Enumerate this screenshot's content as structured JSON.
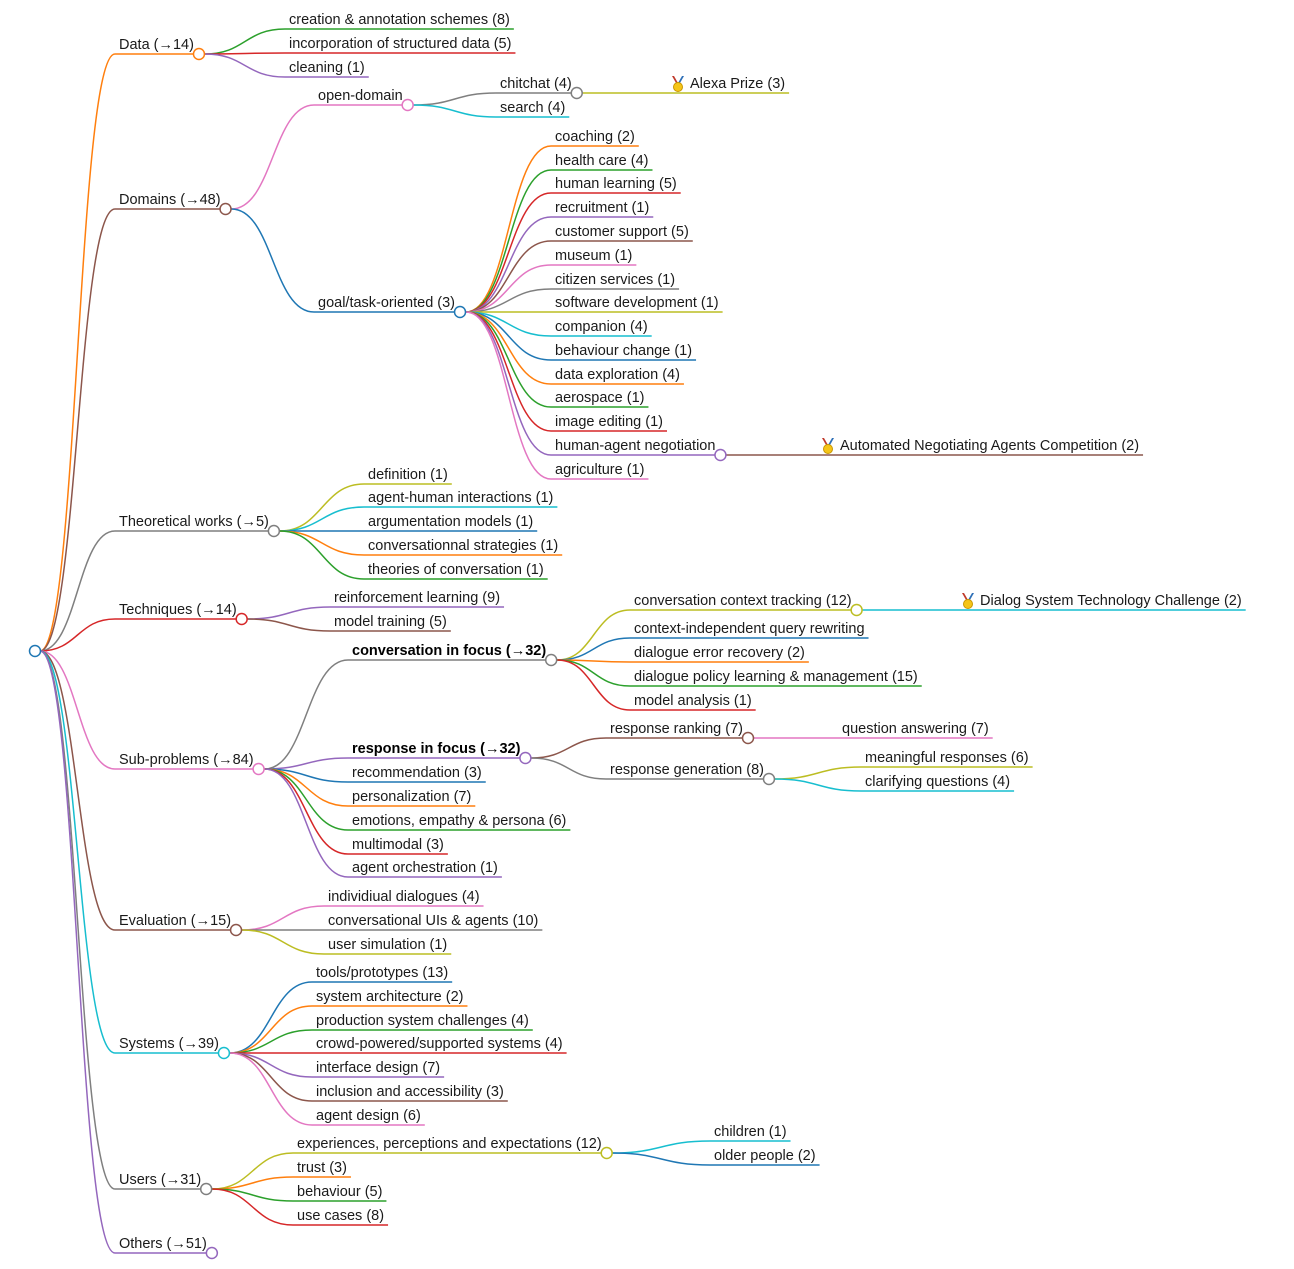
{
  "colors": {
    "orange": "#ff7f0e",
    "brown": "#8c564b",
    "gray": "#7f7f7f",
    "red": "#d62728",
    "pink": "#e377c2",
    "cyan": "#17becf",
    "purple": "#9467bd",
    "blue": "#1f77b4",
    "green": "#2ca02c",
    "olive": "#bcbd22"
  },
  "root": {
    "icon": "root-node"
  },
  "nodes": [
    {
      "id": "data",
      "label": "Data (→14)",
      "parent": "root",
      "color": "orange"
    },
    {
      "id": "data-1",
      "label": "creation & annotation schemes (8)",
      "parent": "data",
      "color": "green"
    },
    {
      "id": "data-2",
      "label": "incorporation of structured data (5)",
      "parent": "data",
      "color": "red"
    },
    {
      "id": "data-3",
      "label": "cleaning (1)",
      "parent": "data",
      "color": "purple"
    },
    {
      "id": "domains",
      "label": "Domains (→48)",
      "parent": "root",
      "color": "brown"
    },
    {
      "id": "open",
      "label": "open-domain",
      "parent": "domains",
      "color": "pink"
    },
    {
      "id": "chitchat",
      "label": "chitchat (4)",
      "parent": "open",
      "color": "gray"
    },
    {
      "id": "alexa",
      "label": "Alexa Prize (3)",
      "parent": "chitchat",
      "color": "olive",
      "icon": "medal-icon"
    },
    {
      "id": "search",
      "label": "search (4)",
      "parent": "open",
      "color": "cyan"
    },
    {
      "id": "goal",
      "label": "goal/task-oriented (3)",
      "parent": "domains",
      "color": "blue"
    },
    {
      "id": "g1",
      "label": "coaching (2)",
      "parent": "goal",
      "color": "orange"
    },
    {
      "id": "g2",
      "label": "health care (4)",
      "parent": "goal",
      "color": "green"
    },
    {
      "id": "g3",
      "label": "human learning (5)",
      "parent": "goal",
      "color": "red"
    },
    {
      "id": "g4",
      "label": "recruitment (1)",
      "parent": "goal",
      "color": "purple"
    },
    {
      "id": "g5",
      "label": "customer support (5)",
      "parent": "goal",
      "color": "brown"
    },
    {
      "id": "g6",
      "label": "museum (1)",
      "parent": "goal",
      "color": "pink"
    },
    {
      "id": "g7",
      "label": "citizen services (1)",
      "parent": "goal",
      "color": "gray"
    },
    {
      "id": "g8",
      "label": "software development (1)",
      "parent": "goal",
      "color": "olive"
    },
    {
      "id": "g9",
      "label": "companion (4)",
      "parent": "goal",
      "color": "cyan"
    },
    {
      "id": "g10",
      "label": "behaviour change (1)",
      "parent": "goal",
      "color": "blue"
    },
    {
      "id": "g11",
      "label": "data exploration (4)",
      "parent": "goal",
      "color": "orange"
    },
    {
      "id": "g12",
      "label": "aerospace (1)",
      "parent": "goal",
      "color": "green"
    },
    {
      "id": "g13",
      "label": "image editing (1)",
      "parent": "goal",
      "color": "red"
    },
    {
      "id": "g14",
      "label": "human-agent negotiation",
      "parent": "goal",
      "color": "purple"
    },
    {
      "id": "anac",
      "label": "Automated Negotiating Agents Competition (2)",
      "parent": "g14",
      "color": "brown",
      "icon": "medal-icon"
    },
    {
      "id": "g15",
      "label": "agriculture (1)",
      "parent": "goal",
      "color": "pink"
    },
    {
      "id": "theory",
      "label": "Theoretical works (→5)",
      "parent": "root",
      "color": "gray"
    },
    {
      "id": "t1",
      "label": "definition (1)",
      "parent": "theory",
      "color": "olive"
    },
    {
      "id": "t2",
      "label": "agent-human interactions (1)",
      "parent": "theory",
      "color": "cyan"
    },
    {
      "id": "t3",
      "label": "argumentation models (1)",
      "parent": "theory",
      "color": "blue"
    },
    {
      "id": "t4",
      "label": "conversationnal strategies (1)",
      "parent": "theory",
      "color": "orange"
    },
    {
      "id": "t5",
      "label": "theories of conversation (1)",
      "parent": "theory",
      "color": "green"
    },
    {
      "id": "tech",
      "label": "Techniques (→14)",
      "parent": "root",
      "color": "red"
    },
    {
      "id": "te1",
      "label": "reinforcement learning (9)",
      "parent": "tech",
      "color": "purple"
    },
    {
      "id": "te2",
      "label": "model training (5)",
      "parent": "tech",
      "color": "brown"
    },
    {
      "id": "sub",
      "label": "Sub-problems (→84)",
      "parent": "root",
      "color": "pink"
    },
    {
      "id": "cif",
      "label": "conversation in focus (→32)",
      "parent": "sub",
      "color": "gray",
      "bold": true
    },
    {
      "id": "c1",
      "label": "conversation context tracking (12)",
      "parent": "cif",
      "color": "olive"
    },
    {
      "id": "dstc",
      "label": "Dialog System Technology Challenge (2)",
      "parent": "c1",
      "color": "cyan",
      "icon": "medal-icon"
    },
    {
      "id": "c2",
      "label": "context-independent query rewriting",
      "parent": "cif",
      "color": "blue"
    },
    {
      "id": "c3",
      "label": "dialogue error recovery (2)",
      "parent": "cif",
      "color": "orange"
    },
    {
      "id": "c4",
      "label": "dialogue policy learning & management (15)",
      "parent": "cif",
      "color": "green"
    },
    {
      "id": "c5",
      "label": "model analysis (1)",
      "parent": "cif",
      "color": "red"
    },
    {
      "id": "rif",
      "label": "response in focus (→32)",
      "parent": "sub",
      "color": "purple",
      "bold": true
    },
    {
      "id": "rr",
      "label": "response ranking (7)",
      "parent": "rif",
      "color": "brown"
    },
    {
      "id": "qa",
      "label": "question answering (7)",
      "parent": "rr",
      "color": "pink"
    },
    {
      "id": "rg",
      "label": "response generation (8)",
      "parent": "rif",
      "color": "gray"
    },
    {
      "id": "mr",
      "label": "meaningful responses (6)",
      "parent": "rg",
      "color": "olive"
    },
    {
      "id": "cq",
      "label": "clarifying questions (4)",
      "parent": "rg",
      "color": "cyan"
    },
    {
      "id": "s3",
      "label": "recommendation (3)",
      "parent": "sub",
      "color": "blue"
    },
    {
      "id": "s4",
      "label": "personalization (7)",
      "parent": "sub",
      "color": "orange"
    },
    {
      "id": "s5",
      "label": "emotions, empathy & persona (6)",
      "parent": "sub",
      "color": "green"
    },
    {
      "id": "s6",
      "label": "multimodal (3)",
      "parent": "sub",
      "color": "red"
    },
    {
      "id": "s7",
      "label": "agent orchestration (1)",
      "parent": "sub",
      "color": "purple"
    },
    {
      "id": "eval",
      "label": "Evaluation (→15)",
      "parent": "root",
      "color": "brown"
    },
    {
      "id": "e1",
      "label": "individiual dialogues (4)",
      "parent": "eval",
      "color": "pink"
    },
    {
      "id": "e2",
      "label": "conversational UIs & agents (10)",
      "parent": "eval",
      "color": "gray"
    },
    {
      "id": "e3",
      "label": "user simulation (1)",
      "parent": "eval",
      "color": "olive"
    },
    {
      "id": "sys",
      "label": "Systems (→39)",
      "parent": "root",
      "color": "cyan"
    },
    {
      "id": "y1",
      "label": "tools/prototypes (13)",
      "parent": "sys",
      "color": "blue"
    },
    {
      "id": "y2",
      "label": "system architecture (2)",
      "parent": "sys",
      "color": "orange"
    },
    {
      "id": "y3",
      "label": "production system challenges (4)",
      "parent": "sys",
      "color": "green"
    },
    {
      "id": "y4",
      "label": "crowd-powered/supported systems (4)",
      "parent": "sys",
      "color": "red"
    },
    {
      "id": "y5",
      "label": "interface design (7)",
      "parent": "sys",
      "color": "purple"
    },
    {
      "id": "y6",
      "label": "inclusion and accessibility (3)",
      "parent": "sys",
      "color": "brown"
    },
    {
      "id": "y7",
      "label": "agent design (6)",
      "parent": "sys",
      "color": "pink"
    },
    {
      "id": "users",
      "label": "Users (→31)",
      "parent": "root",
      "color": "gray"
    },
    {
      "id": "u1",
      "label": "experiences, perceptions and expectations (12)",
      "parent": "users",
      "color": "olive"
    },
    {
      "id": "u1a",
      "label": "children (1)",
      "parent": "u1",
      "color": "cyan"
    },
    {
      "id": "u1b",
      "label": "older people (2)",
      "parent": "u1",
      "color": "blue"
    },
    {
      "id": "u2",
      "label": "trust (3)",
      "parent": "users",
      "color": "orange"
    },
    {
      "id": "u3",
      "label": "behaviour (5)",
      "parent": "users",
      "color": "green"
    },
    {
      "id": "u4",
      "label": "use cases (8)",
      "parent": "users",
      "color": "red"
    },
    {
      "id": "others",
      "label": "Others (→51)",
      "parent": "root",
      "color": "purple"
    }
  ]
}
